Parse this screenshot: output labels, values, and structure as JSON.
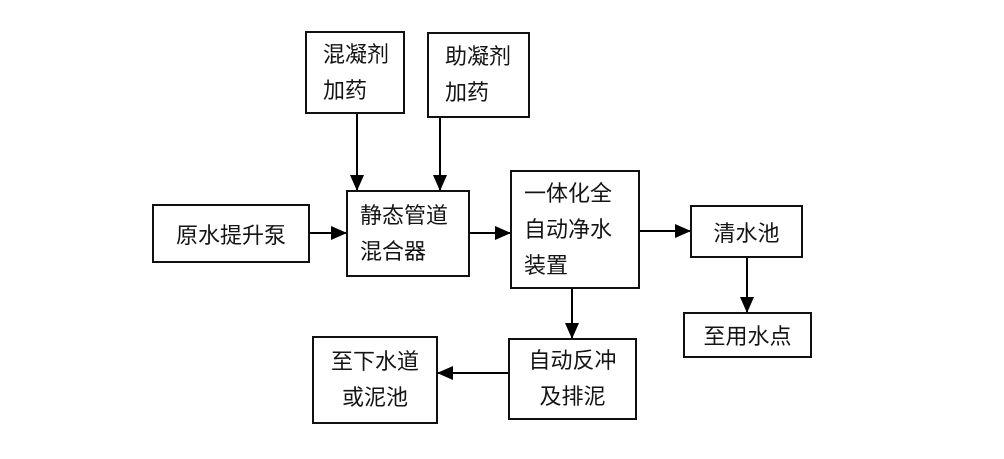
{
  "figure": {
    "background_color": "#ffffff",
    "box_border_color": "#111111",
    "text_color": "#141414",
    "arrow_color": "#000000"
  },
  "diagram": {
    "type": "flowchart",
    "boxes": [
      {
        "id": "coagulant-dosing",
        "label": "混凝剂\n加药"
      },
      {
        "id": "coagulant-aid-dosing",
        "label": "助凝剂\n加药"
      },
      {
        "id": "raw-water-lift-pump",
        "label": "原水提升泵"
      },
      {
        "id": "static-pipe-mixer",
        "label": "静态管道\n混合器"
      },
      {
        "id": "integrated-auto-purifier",
        "label": "一体化全\n自动净水\n装置"
      },
      {
        "id": "clear-water-tank",
        "label": "清水池"
      },
      {
        "id": "to-water-use-point",
        "label": "至用水点"
      },
      {
        "id": "auto-backwash-sludge",
        "label": "自动反冲\n及排泥"
      },
      {
        "id": "to-sewer-or-mud-pool",
        "label": "至下水道\n或泥池"
      }
    ],
    "edges": [
      {
        "from": "coagulant-dosing",
        "to": "static-pipe-mixer"
      },
      {
        "from": "coagulant-aid-dosing",
        "to": "static-pipe-mixer"
      },
      {
        "from": "raw-water-lift-pump",
        "to": "static-pipe-mixer"
      },
      {
        "from": "static-pipe-mixer",
        "to": "integrated-auto-purifier"
      },
      {
        "from": "integrated-auto-purifier",
        "to": "clear-water-tank"
      },
      {
        "from": "clear-water-tank",
        "to": "to-water-use-point"
      },
      {
        "from": "integrated-auto-purifier",
        "to": "auto-backwash-sludge"
      },
      {
        "from": "auto-backwash-sludge",
        "to": "to-sewer-or-mud-pool"
      }
    ]
  }
}
